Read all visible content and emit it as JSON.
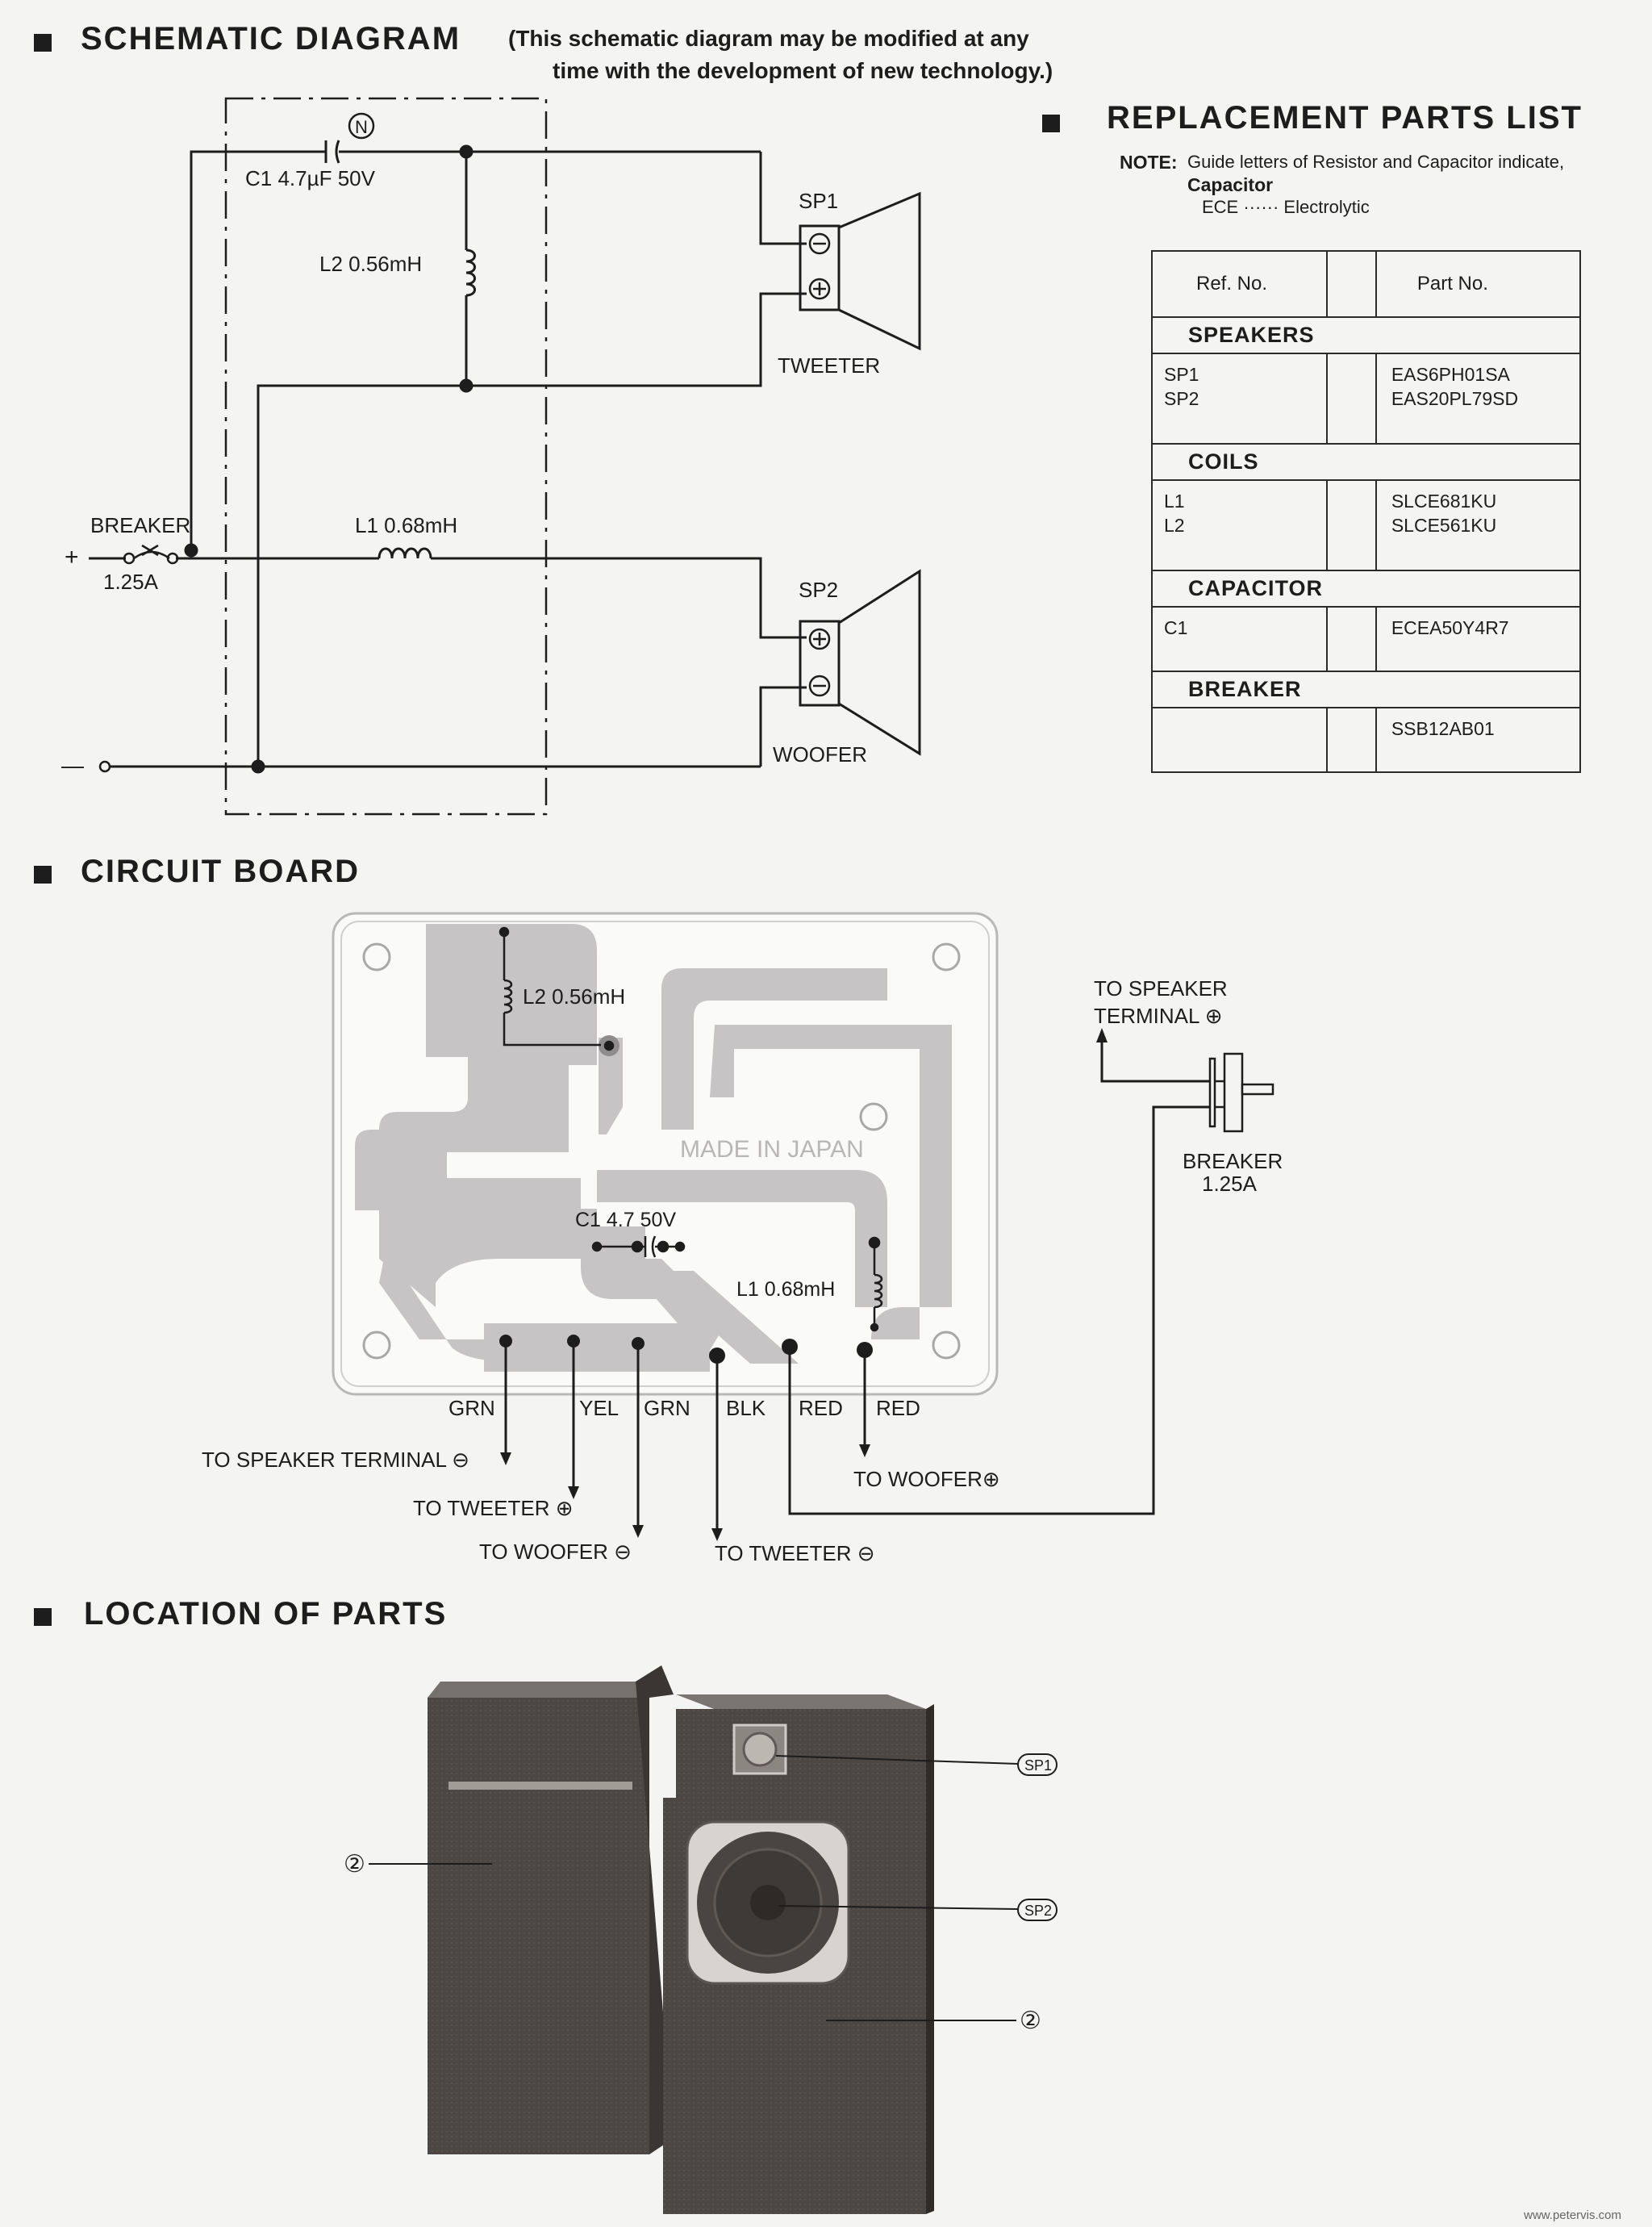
{
  "schematic": {
    "title": "SCHEMATIC DIAGRAM",
    "note_line1": "(This schematic diagram may be modified at any",
    "note_line2": "time with the development of new technology.)",
    "labels": {
      "n_mark": "N",
      "c1": "C1 4.7µF 50V",
      "l2": "L2 0.56mH",
      "l1": "L1 0.68mH",
      "breaker": "BREAKER",
      "breaker_rating": "1.25A",
      "plus": "+",
      "minus": "—",
      "sp1": "SP1",
      "sp2": "SP2",
      "tweeter": "TWEETER",
      "woofer": "WOOFER"
    }
  },
  "parts_list": {
    "title": "REPLACEMENT PARTS LIST",
    "note_label": "NOTE:",
    "note_text": "Guide letters of Resistor and Capacitor indicate,",
    "note_sub": "Capacitor",
    "note_ece": "ECE ······ Electrolytic",
    "header": {
      "ref": "Ref. No.",
      "part": "Part No."
    },
    "categories": [
      {
        "name": "SPEAKERS",
        "refs": "SP1\nSP2",
        "parts": "EAS6PH01SA\nEAS20PL79SD"
      },
      {
        "name": "COILS",
        "refs": "L1\nL2",
        "parts": "SLCE681KU\nSLCE561KU"
      },
      {
        "name": "CAPACITOR",
        "refs": "C1",
        "parts": "ECEA50Y4R7"
      },
      {
        "name": "BREAKER",
        "refs": "",
        "parts": "SSB12AB01"
      }
    ]
  },
  "circuit_board": {
    "title": "CIRCUIT BOARD",
    "labels": {
      "l2": "L2 0.56mH",
      "made_in": "MADE IN JAPAN",
      "c1": "C1 4.7 50V",
      "l1": "L1 0.68mH",
      "to_speaker_terminal_plus": "TO SPEAKER",
      "terminal_plus": "TERMINAL ⊕",
      "breaker": "BREAKER",
      "breaker_rating": "1.25A"
    },
    "wires": [
      {
        "color": "GRN",
        "dest": "TO SPEAKER TERMINAL ⊖"
      },
      {
        "color": "YEL",
        "dest": "TO TWEETER ⊕"
      },
      {
        "color": "GRN",
        "dest": "TO WOOFER ⊖"
      },
      {
        "color": "BLK",
        "dest": "TO TWEETER ⊖"
      },
      {
        "color": "RED",
        "dest": ""
      },
      {
        "color": "RED",
        "dest": "TO WOOFER⊕"
      }
    ]
  },
  "location": {
    "title": "LOCATION OF PARTS",
    "callouts": {
      "sp1": "SP1",
      "sp2": "SP2",
      "grille": "②",
      "cabinet": "②"
    }
  },
  "footer": "www.petervis.com"
}
